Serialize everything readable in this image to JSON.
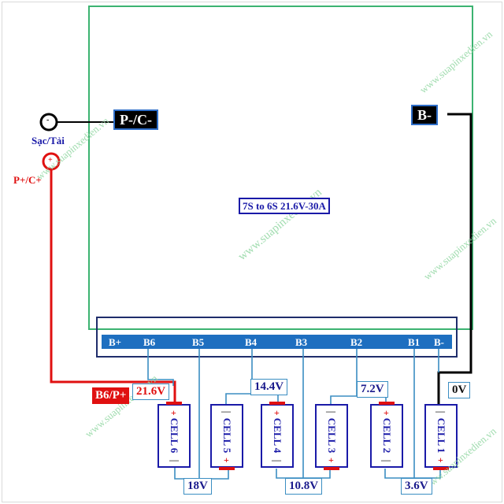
{
  "title": "BMS wiring diagram 7S to 6S",
  "bms_label": "7S to 6S 21.6V-30A",
  "terminals": {
    "p_minus": "P-/C-",
    "b_minus": "B-",
    "charge_load": "Sạc/Tải",
    "p_plus": "P+/C+",
    "neg_symbol": "-",
    "pos_symbol": "+",
    "b6_p_plus": "B6/P+"
  },
  "bus": {
    "pins": [
      "B+",
      "B6",
      "B5",
      "B4",
      "B3",
      "B2",
      "B1",
      "B-"
    ]
  },
  "cells": [
    {
      "label": "CELL 6",
      "top": "+",
      "bottom": "—"
    },
    {
      "label": "CELL 5",
      "top": "—",
      "bottom": "+"
    },
    {
      "label": "CELL 4",
      "top": "+",
      "bottom": "—"
    },
    {
      "label": "CELL 3",
      "top": "—",
      "bottom": "+"
    },
    {
      "label": "CELL 2",
      "top": "+",
      "bottom": "—"
    },
    {
      "label": "CELL 1",
      "top": "—",
      "bottom": "+"
    }
  ],
  "voltages": {
    "v21_6": "21.6V",
    "v18": "18V",
    "v14_4": "14.4V",
    "v10_8": "10.8V",
    "v7_2": "7.2V",
    "v3_6": "3.6V",
    "v0": "0V"
  },
  "watermark": "www.suapinxedien.vn",
  "colors": {
    "board_outline": "#3cb371",
    "bus_fill": "#1e6fc0",
    "wire_blue": "#3b8ec2",
    "wire_red": "#e01010",
    "wire_black": "#000000",
    "cell_border": "#1a1aa8",
    "cell_cap": "#e01010"
  }
}
